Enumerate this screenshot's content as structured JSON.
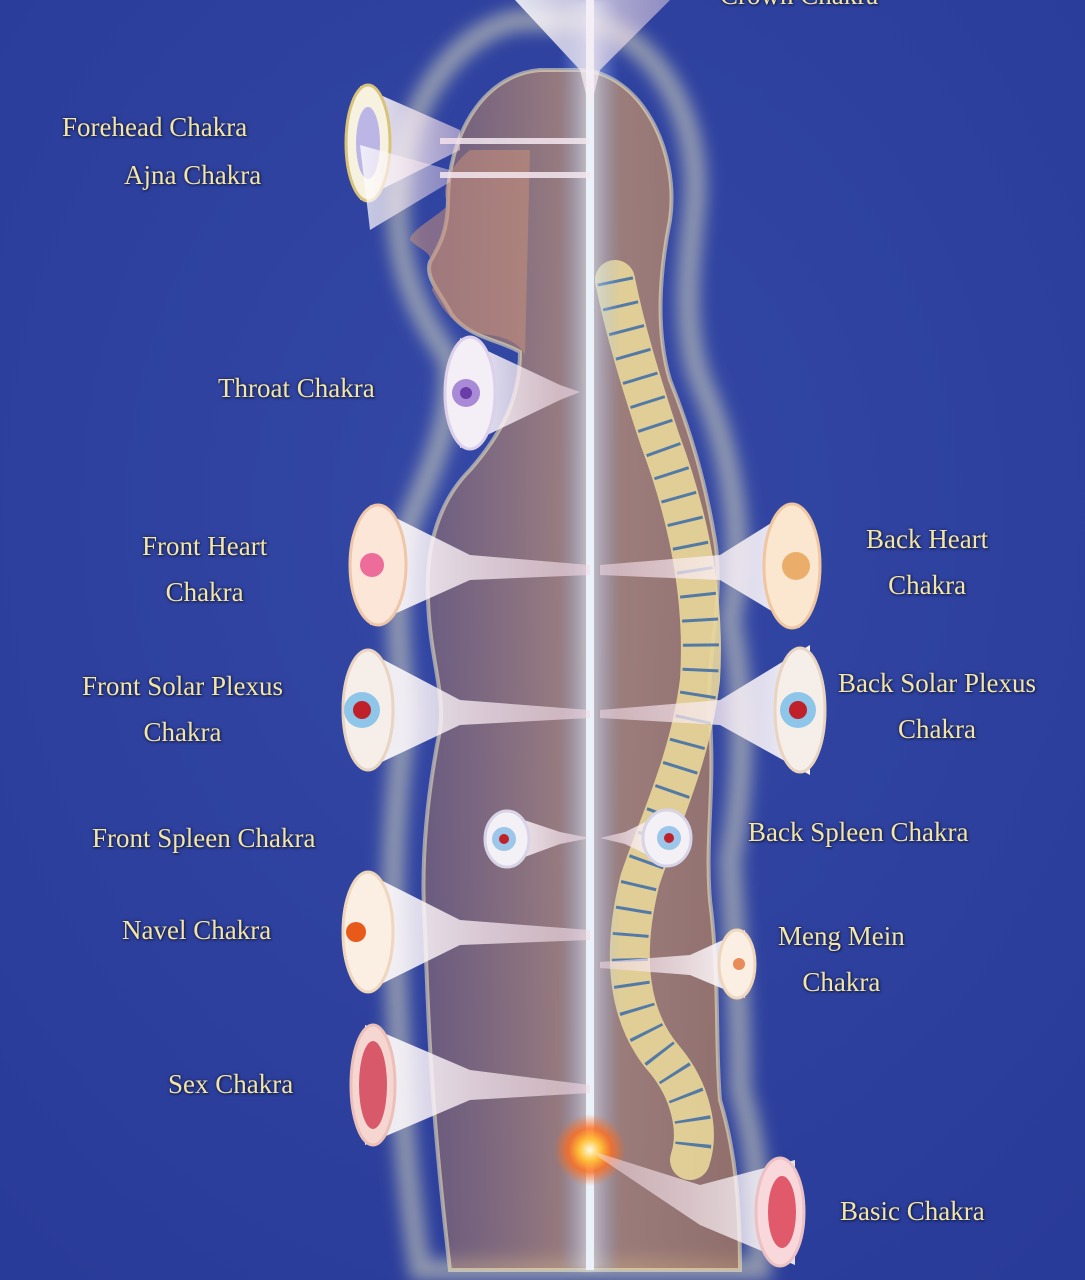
{
  "labels": {
    "crown": "Crown Chakra",
    "forehead": "Forehead Chakra",
    "ajna": "Ajna Chakra",
    "throat": "Throat Chakra",
    "front_heart": [
      "Front Heart",
      "Chakra"
    ],
    "back_heart": [
      "Back Heart",
      "Chakra"
    ],
    "front_solar": [
      "Front Solar Plexus",
      "Chakra"
    ],
    "back_solar": [
      "Back Solar Plexus",
      "Chakra"
    ],
    "front_spleen": "Front Spleen Chakra",
    "back_spleen": "Back Spleen Chakra",
    "navel": "Navel Chakra",
    "meng_mein": [
      "Meng Mein",
      "Chakra"
    ],
    "sex": "Sex Chakra",
    "basic": "Basic Chakra"
  },
  "colors": {
    "background": "#2c40a0",
    "label_text": "#f1e6a8",
    "aura": "#f4efc0",
    "energy_channel": "#cfe8ff",
    "spine": "#e9d79a",
    "body": "#b98a6a"
  }
}
